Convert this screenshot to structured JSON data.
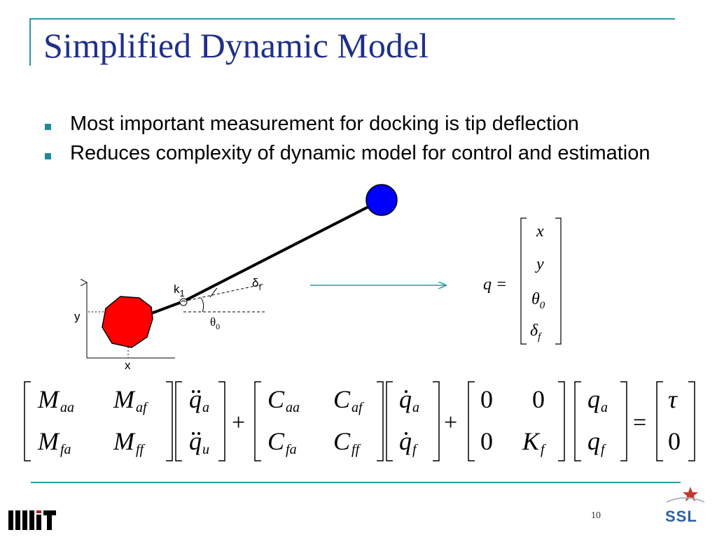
{
  "slide": {
    "title": "Simplified Dynamic Model",
    "bullets": [
      {
        "text": "Most important measurement for docking is tip deflection"
      },
      {
        "text": "Reduces complexity of dynamic model for control and estimation"
      }
    ],
    "page_number": "10",
    "colors": {
      "title": "#1f2f8a",
      "accent_line": "#2a9aa8",
      "bullet": "#1f8a9a",
      "hub": "#ff0000",
      "tip_mass": "#0000ff",
      "arrow": "#2a9aa8"
    }
  },
  "diagram": {
    "label_y": "y",
    "label_x": "x",
    "label_k": "k",
    "label_k_sub": "1",
    "label_delta": "δ",
    "label_delta_sub": "f",
    "label_theta": "θ",
    "label_theta_sub": "0"
  },
  "state_vector": {
    "lhs": "q =",
    "entries": [
      {
        "sym": "x",
        "sub": ""
      },
      {
        "sym": "y",
        "sub": ""
      },
      {
        "sym": "θ",
        "sub": "0"
      },
      {
        "sym": "δ",
        "sub": "f"
      }
    ]
  },
  "equation": {
    "mass": [
      "M",
      "aa",
      "M",
      "af",
      "M",
      "fa",
      "M",
      "ff"
    ],
    "accel": [
      "q",
      "a",
      "q",
      "u"
    ],
    "plus": "+",
    "damp": [
      "C",
      "aa",
      "C",
      "af",
      "C",
      "fa",
      "C",
      "ff"
    ],
    "vel": [
      "q",
      "a",
      "q",
      "f"
    ],
    "stiff": [
      "0",
      "0",
      "0",
      "K",
      "f"
    ],
    "pos": [
      "q",
      "a",
      "q",
      "f"
    ],
    "equals": "=",
    "rhs": [
      "τ",
      "0"
    ]
  },
  "logos": {
    "left_icon": "mit-logo-icon",
    "right_icon": "ssl-logo-icon",
    "right_text": "SSL"
  }
}
